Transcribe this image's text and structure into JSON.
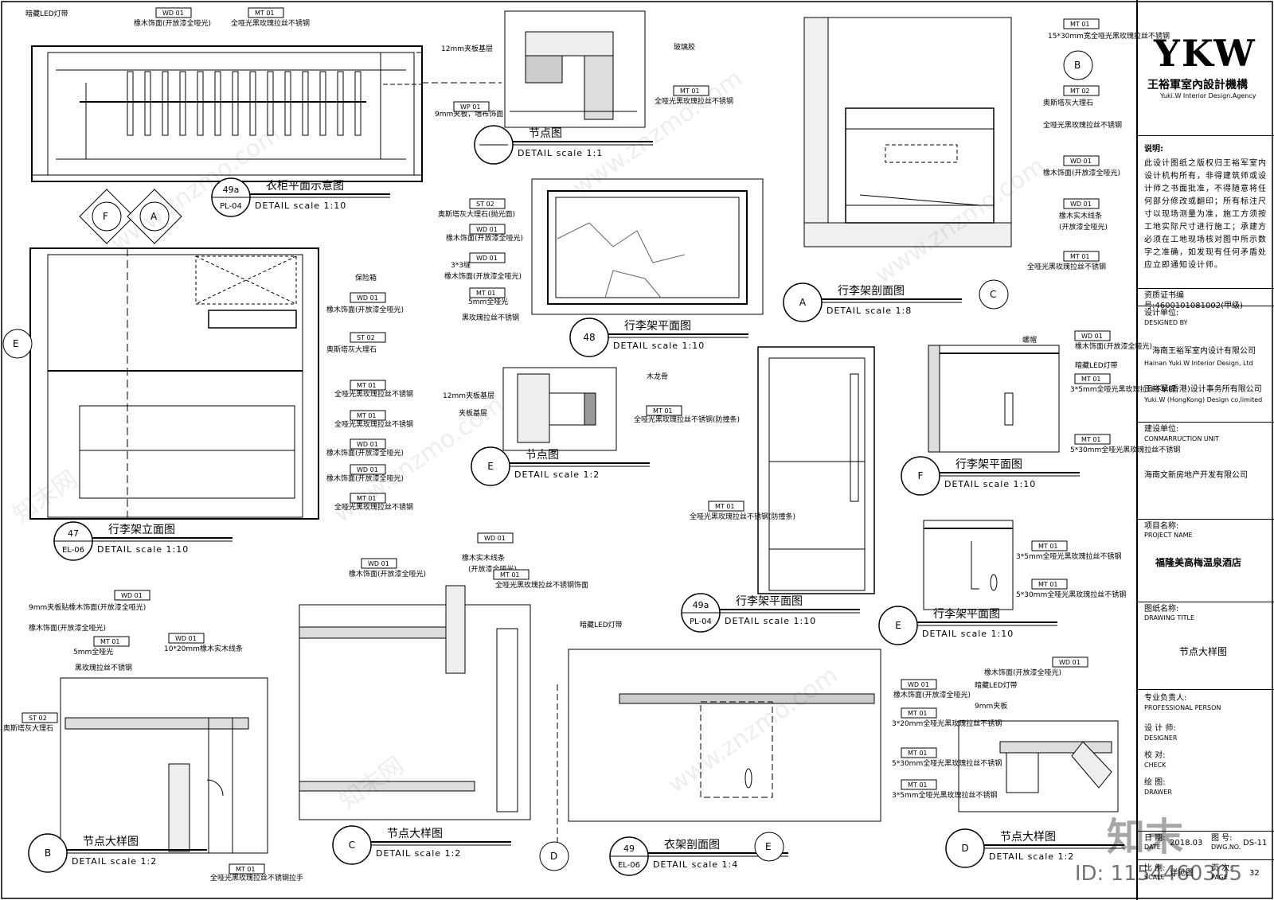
{
  "title_block": {
    "logo": "YKW",
    "company_cn": "王裕軍室內設計機構",
    "company_en": "Yuki.W Interior Design.Agency",
    "notes_label": "说明:",
    "notes_text": "此设计图纸之版权归王裕军室内设计机构所有，非得建筑师或设计师之书面批准，不得随意将任何部分修改或翻印；所有标注尺寸以现场测量为准，施工方须按工地实际尺寸进行施工；承建方必须在工地现场核对图中所示数字之准确，如发现有任何矛盾处应立即通知设计师。",
    "cert": "资质证书编号:4600101081002(甲级)",
    "designed_by_label": "设计单位:",
    "designed_by_en": "DESIGNED BY",
    "designer_co1_cn": "海南王裕军室内设计有限公司",
    "designer_co1_en": "Hainan Yuki.W Interior Design, Ltd",
    "designer_co2_cn": "王裕军(香港)设计事务所有限公司",
    "designer_co2_en": "Yuki.W (HongKong) Design co,limited",
    "unit_label": "建设单位:",
    "unit_en": "CONMARRUCTION UNIT",
    "unit_name": "海南文新房地产开发有限公司",
    "project_label": "项目名称:",
    "project_en": "PROJECT NAME",
    "project_name": "福隆美高梅温泉酒店",
    "drawing_label": "图纸名称:",
    "drawing_en": "DRAWING TITLE",
    "drawing_name": "节点大样图",
    "person_label": "专业负责人:",
    "person_en": "PROFESSIONAL PERSON",
    "designer_label": "设 计 师:",
    "designer_en": "DESIGNER",
    "check_label": "校 对:",
    "check_en": "CHECK",
    "drawer_label": "绘 图:",
    "drawer_en": "DRAWER",
    "date_label": "日 期:",
    "date_en": "DATE",
    "date_value": "2018.03",
    "dwg_label": "图 号:",
    "dwg_en": "DWG.NO.",
    "dwg_value": "DS-11",
    "scale_label": "比 例:",
    "scale_en": "SCALE",
    "scale_value": "详见图",
    "page_label": "页 次:",
    "page_en": "PAGE",
    "page_value": "32"
  },
  "watermark": {
    "site": "www.znzmo.com",
    "brand": "知末网",
    "id_tag": "ID: 1154460305",
    "zhimo": "知末"
  },
  "details": [
    {
      "id": "wardrobe",
      "num": "49a",
      "sheet": "PL-04",
      "title": "衣柜平面示意图",
      "scale": "DETAIL    scale 1:10"
    },
    {
      "id": "node-top",
      "num": "",
      "sheet": "",
      "title": "节点图",
      "scale": "DETAIL    scale 1:1"
    },
    {
      "id": "luggage-sec",
      "num": "A",
      "sheet": "",
      "title": "行李架剖面图",
      "scale": "DETAIL    scale 1:8"
    },
    {
      "id": "luggage-plan48",
      "num": "48",
      "sheet": "",
      "title": "行李架平面图",
      "scale": "DETAIL    scale 1:10"
    },
    {
      "id": "luggage-elev",
      "num": "47",
      "sheet": "EL-06",
      "title": "行李架立面图",
      "scale": "DETAIL    scale 1:10"
    },
    {
      "id": "node-e",
      "num": "E",
      "sheet": "",
      "title": "节点图",
      "scale": "DETAIL    scale 1:2"
    },
    {
      "id": "luggage-planF",
      "num": "F",
      "sheet": "",
      "title": "行李架平面图",
      "scale": "DETAIL    scale 1:10"
    },
    {
      "id": "luggage-plan49a",
      "num": "49a",
      "sheet": "PL-04",
      "title": "行李架平面图",
      "scale": "DETAIL    scale 1:10"
    },
    {
      "id": "luggage-planE",
      "num": "E",
      "sheet": "",
      "title": "行李架平面图",
      "scale": "DETAIL    scale 1:10"
    },
    {
      "id": "node-b",
      "num": "B",
      "sheet": "",
      "title": "节点大样图",
      "scale": "DETAIL    scale 1:2"
    },
    {
      "id": "node-c",
      "num": "C",
      "sheet": "",
      "title": "节点大样图",
      "scale": "DETAIL    scale 1:2"
    },
    {
      "id": "hanger-sec",
      "num": "49",
      "sheet": "EL-06",
      "title": "衣架剖面图",
      "scale": "DETAIL    scale 1:4"
    },
    {
      "id": "node-d",
      "num": "D",
      "sheet": "",
      "title": "节点大样图",
      "scale": "DETAIL    scale 1:2"
    }
  ],
  "labels": {
    "hidden_led": "暗藏LED灯带",
    "oak_open": "橡木饰面(开放漆全哑光)",
    "ss_full": "全哑光黑玫瑰拉丝不锈钢",
    "plywood12": "12mm夹板基层",
    "glass_glue": "玻璃胶",
    "plywood9": "9mm夹板，墙布饰面",
    "ss_1530": "15*30mm宽全哑光黑玫瑰拉丝不锈钢",
    "marble": "奥斯塔灰大理石",
    "marble_pol": "奥斯塔灰大理石(抛光面)",
    "oak_line": "橡木实木线条",
    "oak_line_open": "(开放漆全哑光)",
    "gap33": "3*3缝",
    "ss5": "5mm全哑光",
    "ss5b": "黑玫瑰拉丝不锈钢",
    "safe": "保险箱",
    "wood_keel": "木龙骨",
    "plywood_base": "夹板基层",
    "ss_guard": "全哑光黑玫瑰拉丝不锈钢(防撞条)",
    "screw": "螺帽",
    "ss35": "3*5mm全哑光黑玫瑰拉丝不锈钢",
    "ss530": "5*30mm全哑光黑玫瑰拉丝不锈钢",
    "ss320": "3*20mm全哑光黑玫瑰拉丝不锈钢",
    "ss_handle": "全哑光黑玫瑰拉丝不锈钢拉手",
    "ss_face": "全哑光黑玫瑰拉丝不锈钢饰面",
    "plywood9b": "9mm夹板",
    "plywood9_oak": "9mm夹板贴橡木饰面(开放漆全哑光)",
    "oak_1020": "10*20mm橡木实木线条",
    "ss_guard2": "全哑光黑玫瑰拉丝不锈钢(防撞条)"
  },
  "tags": {
    "wd01": "WD 01",
    "mt01": "MT 01",
    "mt02": "MT 02",
    "st02": "ST 02",
    "wp01": "WP 01"
  }
}
